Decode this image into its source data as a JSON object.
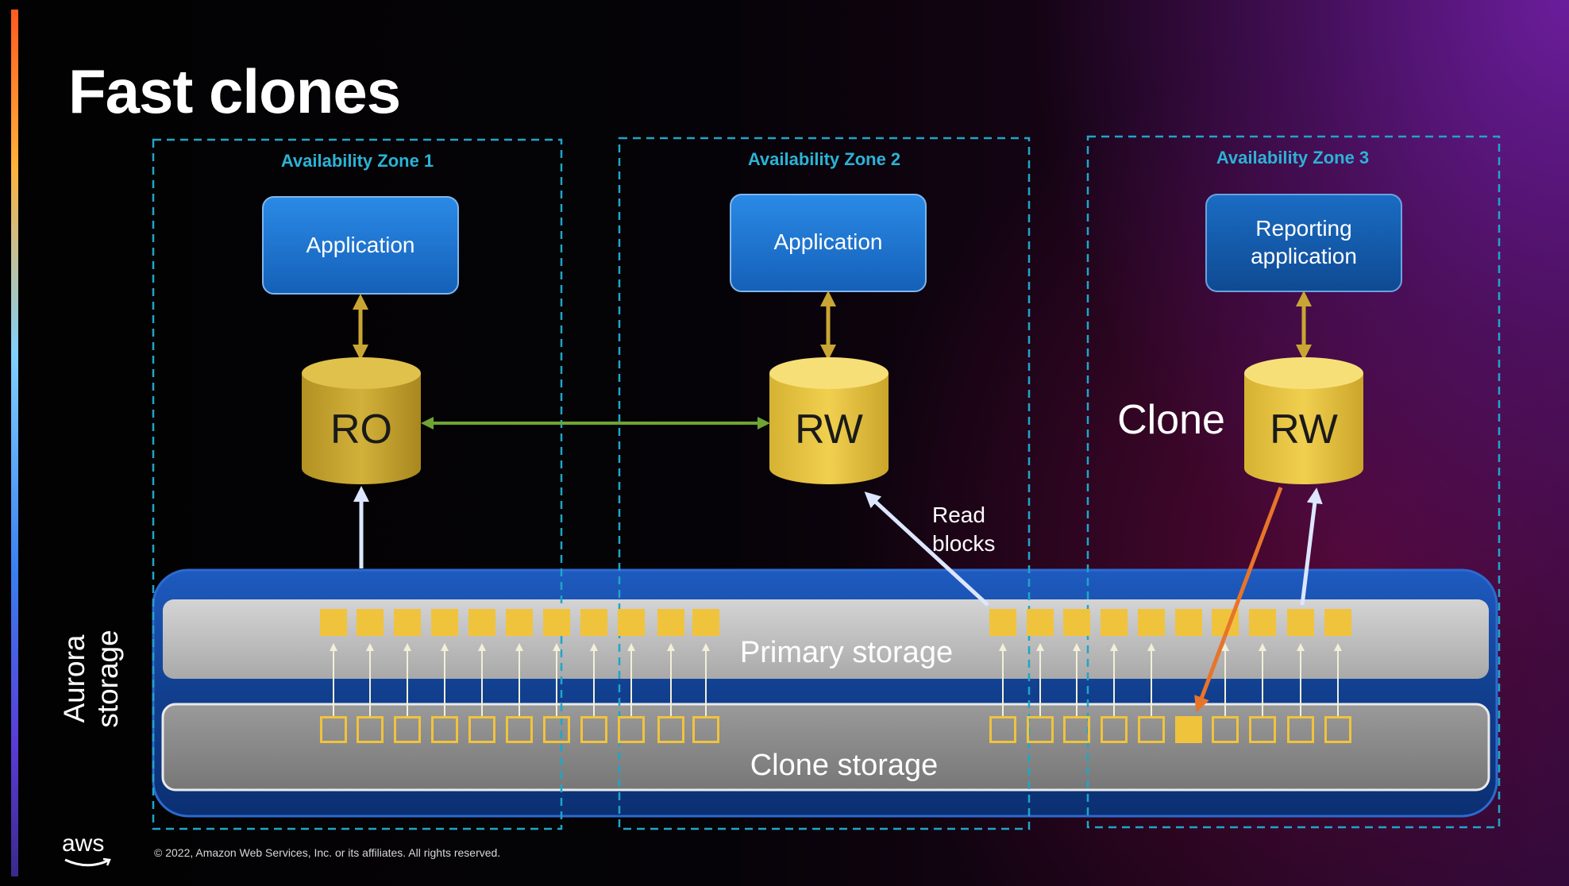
{
  "title": "Fast clones",
  "zones": [
    {
      "label": "Availability Zone 1"
    },
    {
      "label": "Availability Zone 2"
    },
    {
      "label": "Availability Zone 3"
    }
  ],
  "applications": [
    {
      "lines": [
        "Application"
      ]
    },
    {
      "lines": [
        "Application"
      ]
    },
    {
      "lines": [
        "Reporting",
        "application"
      ]
    }
  ],
  "databases": [
    {
      "label": "RO"
    },
    {
      "label": "RW"
    },
    {
      "label": "RW"
    }
  ],
  "clone_label": "Clone",
  "read_blocks_label": [
    "Read",
    "blocks"
  ],
  "storage": {
    "side_label": [
      "Aurora",
      "storage"
    ],
    "primary_label": "Primary storage",
    "clone_label": "Clone storage"
  },
  "footer": {
    "logo": "aws",
    "copyright": "© 2022, Amazon Web Services, Inc. or its affiliates. All rights reserved."
  },
  "colors": {
    "zone_border": "#1fa6c8",
    "zone_label": "#2bb3d6",
    "app_box": "#1b76d0",
    "app_box_dark": "#145ca8",
    "db_gold": "#d7b63a",
    "db_gold_dark": "#b8962a",
    "arrow_gold": "#c9a633",
    "arrow_green": "#6fa534",
    "arrow_orange": "#e8742a",
    "arrow_white": "#dde6ff",
    "block": "#f0c33c",
    "storage_band": "#14469c"
  }
}
